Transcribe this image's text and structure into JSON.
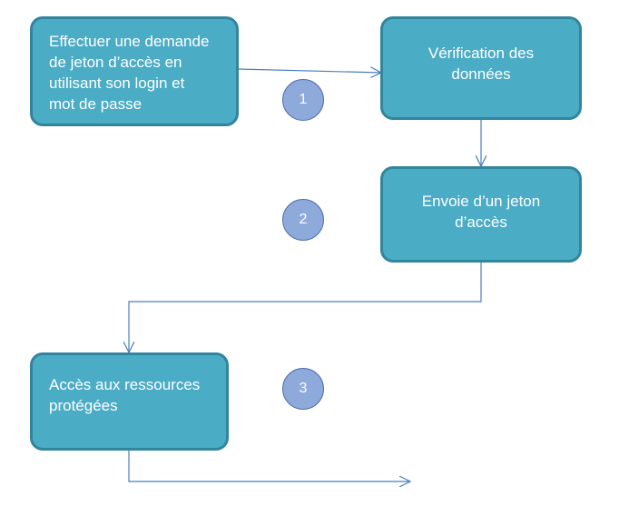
{
  "steps": {
    "request": "Effectuer une demande\nde jeton d’accès en\nutilisant son login et\nmot de passe",
    "verify": "Vérification des\ndonnées",
    "send": "Envoie d’un jeton\nd’accès",
    "access": "Accès aux ressources\nprotégées"
  },
  "markers": [
    "1",
    "2",
    "3"
  ],
  "colors": {
    "box_fill": "#4bacc6",
    "box_border": "#31859c",
    "circle_fill": "#8eaadb",
    "connector": "#4a7ebb"
  }
}
